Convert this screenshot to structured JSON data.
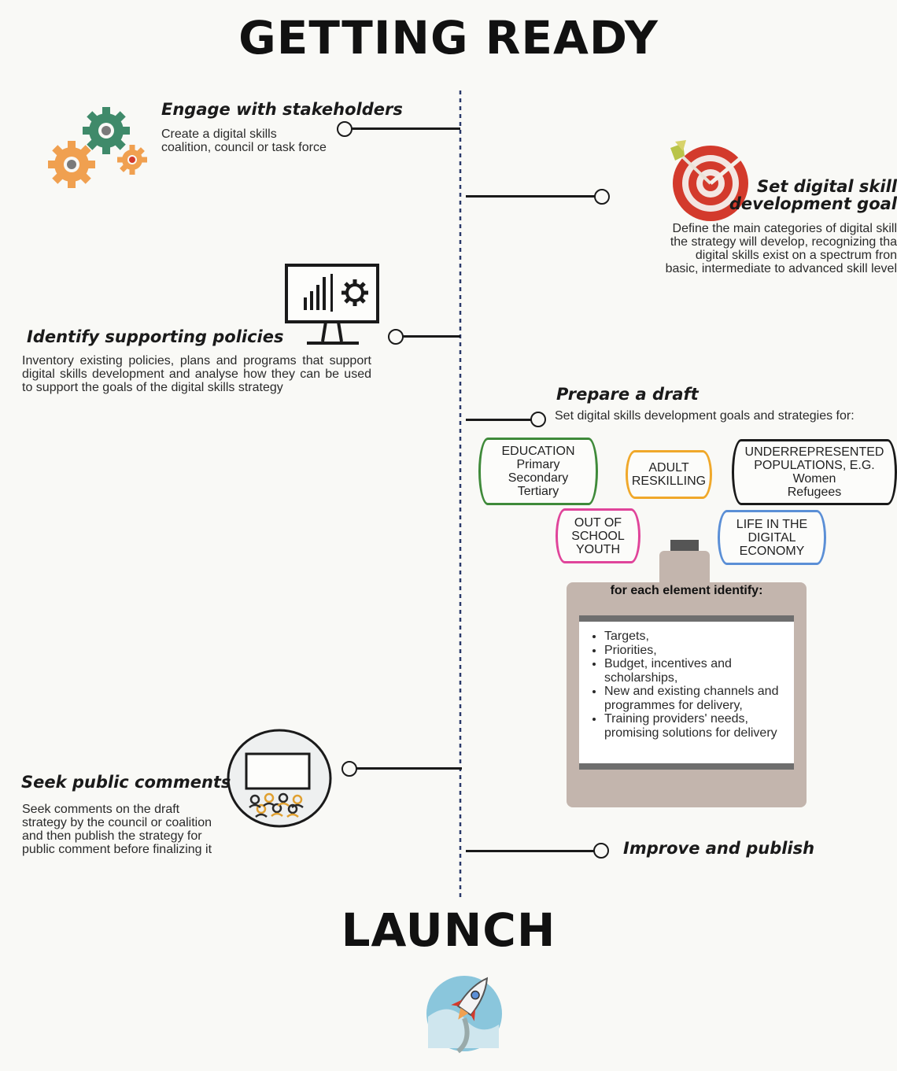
{
  "header": {
    "title": "GETTING READY"
  },
  "footer": {
    "title": "LAUNCH"
  },
  "steps": {
    "engage": {
      "title": "Engage with stakeholders",
      "desc_lines": [
        "Create a digital skills",
        "coalition, council or task force"
      ],
      "icon": "gears-icon"
    },
    "goals": {
      "title_lines": [
        "Set digital skill",
        "development goal"
      ],
      "desc_lines": [
        "Define the main categories of digital skill",
        "the strategy will develop, recognizing tha",
        "digital skills exist on a spectrum fron",
        "basic, intermediate to advanced skill level"
      ],
      "icon": "target-icon"
    },
    "policies": {
      "title": "Identify supporting policies",
      "desc": "Inventory existing policies, plans and programs that support digital skills development and analyse how they can be used to support the goals of the digital skills strategy",
      "icon": "monitor-chart-icon"
    },
    "draft": {
      "title": "Prepare a draft",
      "subtitle": "Set digital skills development goals  and strategies for:",
      "categories": {
        "education": [
          "EDUCATION",
          "Primary",
          "Secondary",
          "Tertiary"
        ],
        "adult": [
          "ADULT",
          "RESKILLING"
        ],
        "underrep": [
          "UNDERREPRESENTED",
          "POPULATIONS, E.G.",
          "Women",
          "Refugees"
        ],
        "oos": [
          "OUT OF",
          "SCHOOL",
          "YOUTH"
        ],
        "life": [
          "LIFE IN THE",
          "DIGITAL",
          "ECONOMY"
        ]
      },
      "clipboard": {
        "heading": "for each element identify:",
        "items": [
          "Targets,",
          "Priorities,",
          "Budget, incentives and scholarships,",
          "New and existing channels and programmes for delivery,",
          "Training providers' needs, promising solutions for delivery"
        ]
      }
    },
    "comments": {
      "title": "Seek public comments",
      "desc_lines": [
        "Seek comments on the draft",
        "strategy by the council or coalition",
        "and then publish the strategy for",
        "public comment before finalizing it"
      ],
      "icon": "presentation-audience-icon"
    },
    "publish": {
      "title": "Improve and publish"
    }
  },
  "colors": {
    "education": "#3f8a3a",
    "adult": "#f0a82a",
    "underrep": "#1a1a1a",
    "oos": "#e0449a",
    "life": "#5b8fd6",
    "gear_green": "#3f8a6a",
    "gear_orange": "#f0a050",
    "target_red": "#d33a2c",
    "clipboard": "#c3b5ad"
  }
}
